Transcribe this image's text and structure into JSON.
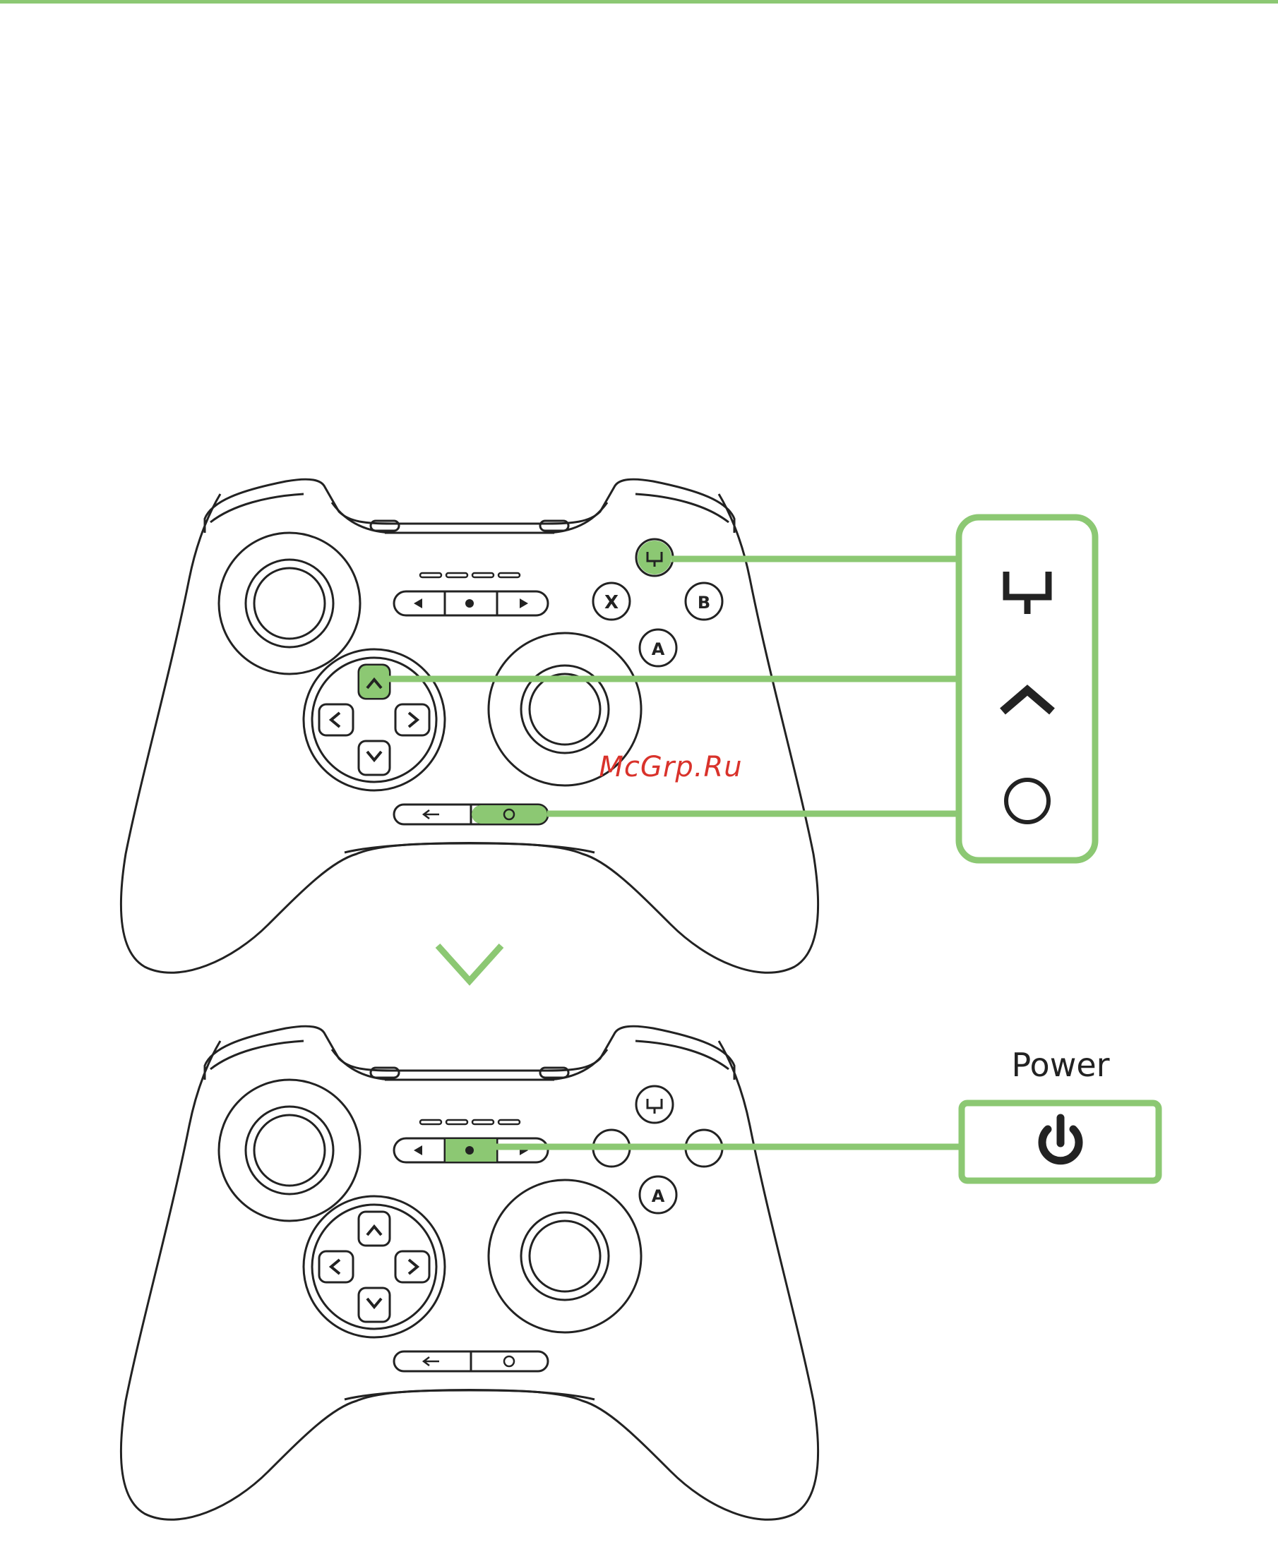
{
  "title": "",
  "accent_color": "#8cc873",
  "line_color": "#222222",
  "top_legend": {
    "items": [
      {
        "id": "y",
        "icon": "y-button-icon"
      },
      {
        "id": "up",
        "icon": "chevron-up-icon"
      },
      {
        "id": "home",
        "icon": "circle-home-icon"
      }
    ]
  },
  "arrow": {
    "icon": "chevron-down-icon"
  },
  "bottom_legend": {
    "label": "Power",
    "icon": "power-icon"
  },
  "controller_buttons": {
    "x": "X",
    "a": "A",
    "b": "B"
  },
  "watermark": "McGrp.Ru"
}
